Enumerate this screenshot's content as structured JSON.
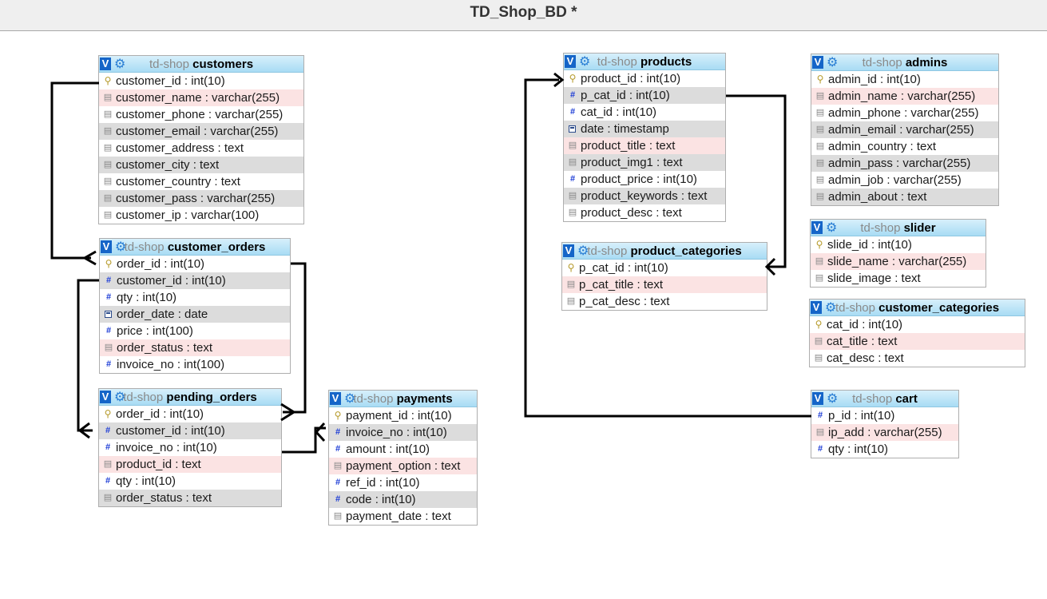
{
  "window": {
    "title": "TD_Shop_BD *"
  },
  "tables": [
    {
      "id": "customers",
      "db": "td-shop",
      "name": "customers",
      "columns": [
        {
          "label": "customer_id : int(10)",
          "icon": "primary-key-icon",
          "style": "plain"
        },
        {
          "label": "customer_name : varchar(255)",
          "icon": "text-field-icon",
          "style": "hl"
        },
        {
          "label": "customer_phone : varchar(255)",
          "icon": "text-field-icon",
          "style": "plain"
        },
        {
          "label": "customer_email : varchar(255)",
          "icon": "text-field-icon",
          "style": "shade"
        },
        {
          "label": "customer_address : text",
          "icon": "text-field-icon",
          "style": "plain"
        },
        {
          "label": "customer_city : text",
          "icon": "text-field-icon",
          "style": "shade"
        },
        {
          "label": "customer_country : text",
          "icon": "text-field-icon",
          "style": "plain"
        },
        {
          "label": "customer_pass : varchar(255)",
          "icon": "text-field-icon",
          "style": "shade"
        },
        {
          "label": "customer_ip : varchar(100)",
          "icon": "text-field-icon",
          "style": "plain"
        }
      ]
    },
    {
      "id": "customer_orders",
      "db": "td-shop",
      "name": "customer_orders",
      "columns": [
        {
          "label": "order_id : int(10)",
          "icon": "primary-key-icon",
          "style": "plain"
        },
        {
          "label": "customer_id : int(10)",
          "icon": "numeric-field-icon",
          "style": "shade"
        },
        {
          "label": "qty : int(10)",
          "icon": "numeric-field-icon",
          "style": "plain"
        },
        {
          "label": "order_date : date",
          "icon": "date-field-icon",
          "style": "shade"
        },
        {
          "label": "price : int(100)",
          "icon": "numeric-field-icon",
          "style": "plain"
        },
        {
          "label": "order_status : text",
          "icon": "text-field-icon",
          "style": "hl"
        },
        {
          "label": "invoice_no : int(100)",
          "icon": "numeric-field-icon",
          "style": "plain"
        }
      ]
    },
    {
      "id": "pending_orders",
      "db": "td-shop",
      "name": "pending_orders",
      "columns": [
        {
          "label": "order_id : int(10)",
          "icon": "primary-key-icon",
          "style": "plain"
        },
        {
          "label": "customer_id : int(10)",
          "icon": "numeric-field-icon",
          "style": "shade"
        },
        {
          "label": "invoice_no : int(10)",
          "icon": "numeric-field-icon",
          "style": "plain"
        },
        {
          "label": "product_id : text",
          "icon": "text-field-icon",
          "style": "hl"
        },
        {
          "label": "qty : int(10)",
          "icon": "numeric-field-icon",
          "style": "plain"
        },
        {
          "label": "order_status : text",
          "icon": "text-field-icon",
          "style": "shade"
        }
      ]
    },
    {
      "id": "payments",
      "db": "td-shop",
      "name": "payments",
      "columns": [
        {
          "label": "payment_id : int(10)",
          "icon": "primary-key-icon",
          "style": "plain"
        },
        {
          "label": "invoice_no : int(10)",
          "icon": "numeric-field-icon",
          "style": "shade"
        },
        {
          "label": "amount : int(10)",
          "icon": "numeric-field-icon",
          "style": "plain"
        },
        {
          "label": "payment_option : text",
          "icon": "text-field-icon",
          "style": "hl"
        },
        {
          "label": "ref_id : int(10)",
          "icon": "numeric-field-icon",
          "style": "plain"
        },
        {
          "label": "code : int(10)",
          "icon": "numeric-field-icon",
          "style": "shade"
        },
        {
          "label": "payment_date : text",
          "icon": "text-field-icon",
          "style": "plain"
        }
      ]
    },
    {
      "id": "products",
      "db": "td-shop",
      "name": "products",
      "columns": [
        {
          "label": "product_id : int(10)",
          "icon": "primary-key-icon",
          "style": "plain"
        },
        {
          "label": "p_cat_id : int(10)",
          "icon": "numeric-field-icon",
          "style": "shade"
        },
        {
          "label": "cat_id : int(10)",
          "icon": "numeric-field-icon",
          "style": "plain"
        },
        {
          "label": "date : timestamp",
          "icon": "date-field-icon",
          "style": "shade"
        },
        {
          "label": "product_title : text",
          "icon": "text-field-icon",
          "style": "hl"
        },
        {
          "label": "product_img1 : text",
          "icon": "text-field-icon",
          "style": "shade"
        },
        {
          "label": "product_price : int(10)",
          "icon": "numeric-field-icon",
          "style": "plain"
        },
        {
          "label": "product_keywords : text",
          "icon": "text-field-icon",
          "style": "shade"
        },
        {
          "label": "product_desc : text",
          "icon": "text-field-icon",
          "style": "plain"
        }
      ]
    },
    {
      "id": "product_categories",
      "db": "td-shop",
      "name": "product_categories",
      "columns": [
        {
          "label": "p_cat_id : int(10)",
          "icon": "primary-key-icon",
          "style": "plain"
        },
        {
          "label": "p_cat_title : text",
          "icon": "text-field-icon",
          "style": "hl"
        },
        {
          "label": "p_cat_desc : text",
          "icon": "text-field-icon",
          "style": "plain"
        }
      ]
    },
    {
      "id": "admins",
      "db": "td-shop",
      "name": "admins",
      "columns": [
        {
          "label": "admin_id : int(10)",
          "icon": "primary-key-icon",
          "style": "plain"
        },
        {
          "label": "admin_name : varchar(255)",
          "icon": "text-field-icon",
          "style": "hl"
        },
        {
          "label": "admin_phone : varchar(255)",
          "icon": "text-field-icon",
          "style": "plain"
        },
        {
          "label": "admin_email : varchar(255)",
          "icon": "text-field-icon",
          "style": "shade"
        },
        {
          "label": "admin_country : text",
          "icon": "text-field-icon",
          "style": "plain"
        },
        {
          "label": "admin_pass : varchar(255)",
          "icon": "text-field-icon",
          "style": "shade"
        },
        {
          "label": "admin_job : varchar(255)",
          "icon": "text-field-icon",
          "style": "plain"
        },
        {
          "label": "admin_about : text",
          "icon": "text-field-icon",
          "style": "shade"
        }
      ]
    },
    {
      "id": "slider",
      "db": "td-shop",
      "name": "slider",
      "columns": [
        {
          "label": "slide_id : int(10)",
          "icon": "primary-key-icon",
          "style": "plain"
        },
        {
          "label": "slide_name : varchar(255)",
          "icon": "text-field-icon",
          "style": "hl"
        },
        {
          "label": "slide_image : text",
          "icon": "text-field-icon",
          "style": "plain"
        }
      ]
    },
    {
      "id": "customer_categories",
      "db": "td-shop",
      "name": "customer_categories",
      "columns": [
        {
          "label": "cat_id : int(10)",
          "icon": "primary-key-icon",
          "style": "plain"
        },
        {
          "label": "cat_title : text",
          "icon": "text-field-icon",
          "style": "hl"
        },
        {
          "label": "cat_desc : text",
          "icon": "text-field-icon",
          "style": "plain"
        }
      ]
    },
    {
      "id": "cart",
      "db": "td-shop",
      "name": "cart",
      "columns": [
        {
          "label": "p_id : int(10)",
          "icon": "numeric-field-icon",
          "style": "plain"
        },
        {
          "label": "ip_add : varchar(255)",
          "icon": "text-field-icon",
          "style": "hl"
        },
        {
          "label": "qty : int(10)",
          "icon": "numeric-field-icon",
          "style": "plain"
        }
      ]
    }
  ],
  "header_icons": {
    "toggle": "V",
    "options": "gear-icon"
  }
}
